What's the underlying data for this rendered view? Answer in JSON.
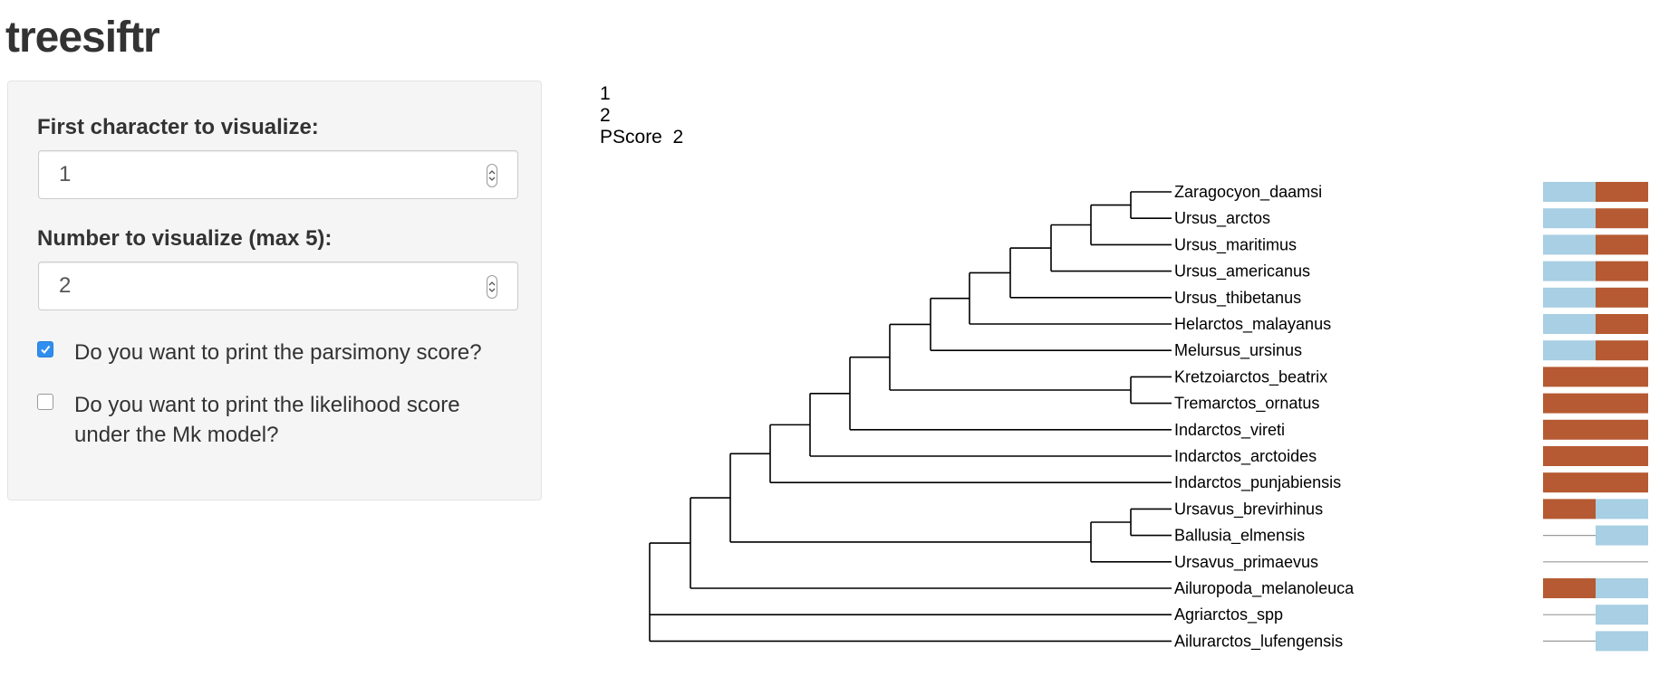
{
  "app": {
    "title": "treesiftr"
  },
  "sidebar": {
    "first_char_label": "First character to visualize:",
    "first_char_value": "1",
    "num_label": "Number to visualize (max 5):",
    "num_value": "2",
    "parsimony_label": "Do you want to print the parsimony score?",
    "parsimony_checked": true,
    "likelihood_label": "Do you want to print the likelihood score under the Mk model?",
    "likelihood_checked": false
  },
  "output": {
    "line1": "1",
    "line2": "2",
    "pscore_label": "PScore",
    "pscore_value": "2"
  },
  "colors": {
    "state_a": "#a8cfe3",
    "state_b": "#b55a32",
    "missing": "#9a9a9a",
    "branch": "#000000"
  },
  "tree": {
    "tips": [
      {
        "name": "Zaragocyon_daamsi",
        "chars": [
          "a",
          "b"
        ]
      },
      {
        "name": "Ursus_arctos",
        "chars": [
          "a",
          "b"
        ]
      },
      {
        "name": "Ursus_maritimus",
        "chars": [
          "a",
          "b"
        ]
      },
      {
        "name": "Ursus_americanus",
        "chars": [
          "a",
          "b"
        ]
      },
      {
        "name": "Ursus_thibetanus",
        "chars": [
          "a",
          "b"
        ]
      },
      {
        "name": "Helarctos_malayanus",
        "chars": [
          "a",
          "b"
        ]
      },
      {
        "name": "Melursus_ursinus",
        "chars": [
          "a",
          "b"
        ]
      },
      {
        "name": "Kretzoiarctos_beatrix",
        "chars": [
          "b",
          "b"
        ]
      },
      {
        "name": "Tremarctos_ornatus",
        "chars": [
          "b",
          "b"
        ]
      },
      {
        "name": "Indarctos_vireti",
        "chars": [
          "b",
          "b"
        ]
      },
      {
        "name": "Indarctos_arctoides",
        "chars": [
          "b",
          "b"
        ]
      },
      {
        "name": "Indarctos_punjabiensis",
        "chars": [
          "b",
          "b"
        ]
      },
      {
        "name": "Ursavus_brevirhinus",
        "chars": [
          "b",
          "a"
        ]
      },
      {
        "name": "Ballusia_elmensis",
        "chars": [
          "?",
          "a"
        ]
      },
      {
        "name": "Ursavus_primaevus",
        "chars": [
          "?",
          "?"
        ]
      },
      {
        "name": "Ailuropoda_melanoleuca",
        "chars": [
          "b",
          "a"
        ]
      },
      {
        "name": "Agriarctos_spp",
        "chars": [
          "?",
          "a"
        ]
      },
      {
        "name": "Ailurarctos_lufengensis",
        "chars": [
          "?",
          "a"
        ]
      }
    ]
  }
}
